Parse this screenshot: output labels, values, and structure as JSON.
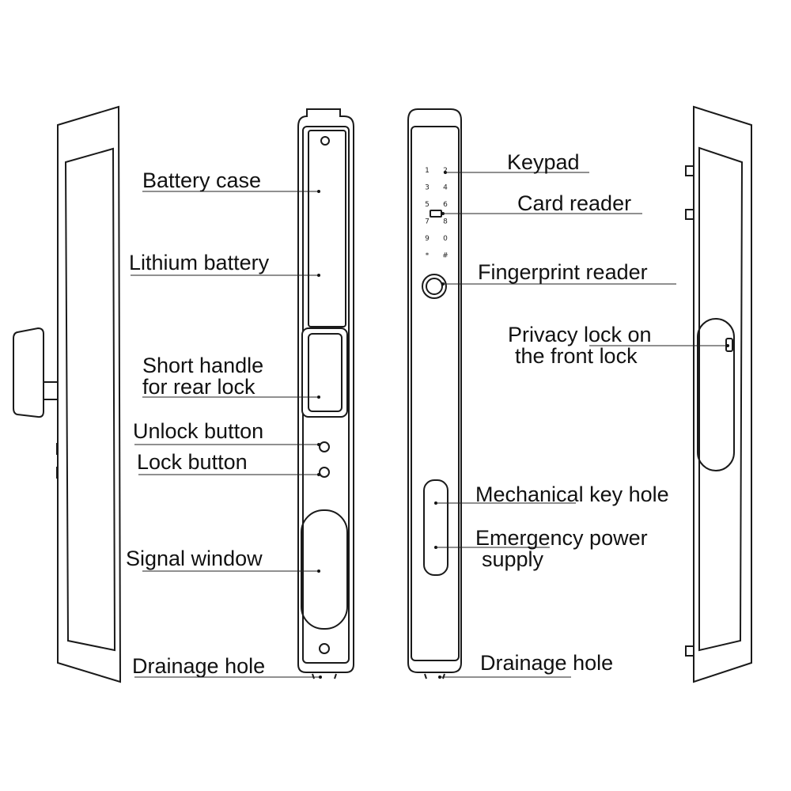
{
  "labels": {
    "battery_case": "Battery case",
    "lithium_battery": "Lithium battery",
    "short_handle_line1": "Short handle",
    "short_handle_line2": "for rear lock",
    "unlock_button": "Unlock button",
    "lock_button": "Lock button",
    "signal_window": "Signal window",
    "drainage_hole_rear": "Drainage hole",
    "keypad": "Keypad",
    "card_reader": "Card reader",
    "fingerprint_reader": "Fingerprint reader",
    "privacy_lock_line1": "Privacy lock on",
    "privacy_lock_line2": "the front lock",
    "mechanical_key_hole": "Mechanical key hole",
    "emergency_power_line1": "Emergency power",
    "emergency_power_line2": "supply",
    "drainage_hole_front": "Drainage hole"
  },
  "keypad_keys": [
    "1",
    "2",
    "3",
    "4",
    "5",
    "6",
    "7",
    "8",
    "9",
    "0",
    "*",
    "#"
  ],
  "colors": {
    "line": "#1a1a1a",
    "text": "#111111",
    "background": "#ffffff"
  }
}
